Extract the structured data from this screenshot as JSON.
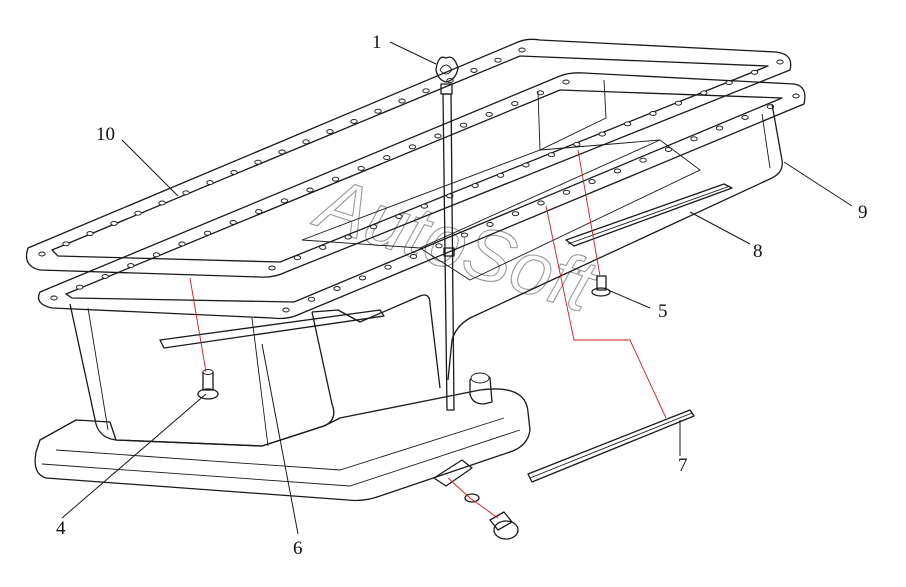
{
  "callouts": [
    {
      "id": "1",
      "text": "1"
    },
    {
      "id": "4",
      "text": "4"
    },
    {
      "id": "5",
      "text": "5"
    },
    {
      "id": "6",
      "text": "6"
    },
    {
      "id": "7",
      "text": "7"
    },
    {
      "id": "8",
      "text": "8"
    },
    {
      "id": "9",
      "text": "9"
    },
    {
      "id": "10",
      "text": "10"
    }
  ],
  "watermark": "AutoSoft",
  "colors": {
    "line": "#1a1a1a",
    "assembly_guide": "#d21c1c",
    "watermark": "#9a9a9a",
    "background": "#ffffff"
  }
}
